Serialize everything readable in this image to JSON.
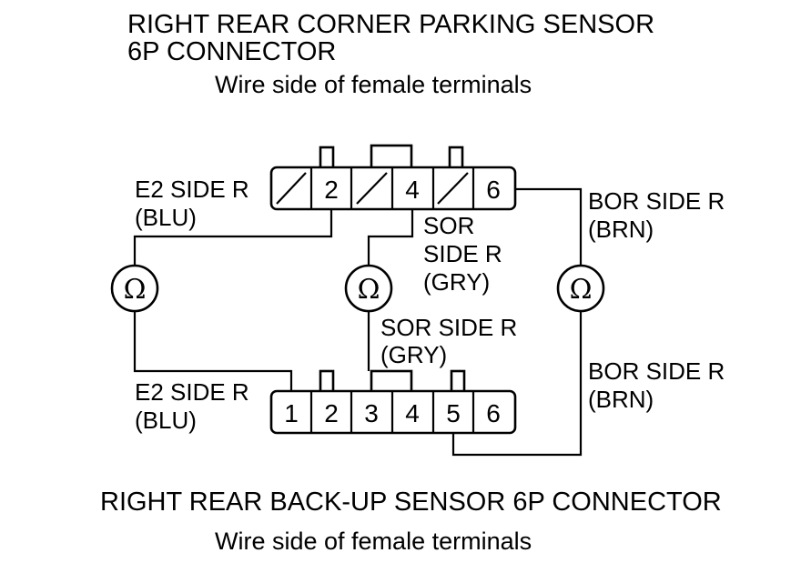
{
  "top_connector": {
    "title_line1": "RIGHT REAR CORNER PARKING SENSOR",
    "title_line2": "6P CONNECTOR",
    "subtitle": "Wire side of female terminals",
    "pins": [
      "",
      "2",
      "",
      "4",
      "",
      "6"
    ]
  },
  "bottom_connector": {
    "title": "RIGHT REAR BACK-UP SENSOR 6P CONNECTOR",
    "subtitle": "Wire side of female terminals",
    "pins": [
      "1",
      "2",
      "3",
      "4",
      "5",
      "6"
    ]
  },
  "labels": {
    "e2_top_line1": "E2 SIDE R",
    "e2_top_line2": "(BLU)",
    "sor_top_line1": "SOR",
    "sor_top_line2": "SIDE R",
    "sor_top_line3": "(GRY)",
    "bor_top_line1": "BOR SIDE R",
    "bor_top_line2": "(BRN)",
    "sor_bottom_line1": "SOR SIDE R",
    "sor_bottom_line2": "(GRY)",
    "bor_bottom_line1": "BOR SIDE R",
    "bor_bottom_line2": "(BRN)",
    "e2_bottom_line1": "E2 SIDE R",
    "e2_bottom_line2": "(BLU)"
  },
  "meters": {
    "symbol": "Ω"
  }
}
